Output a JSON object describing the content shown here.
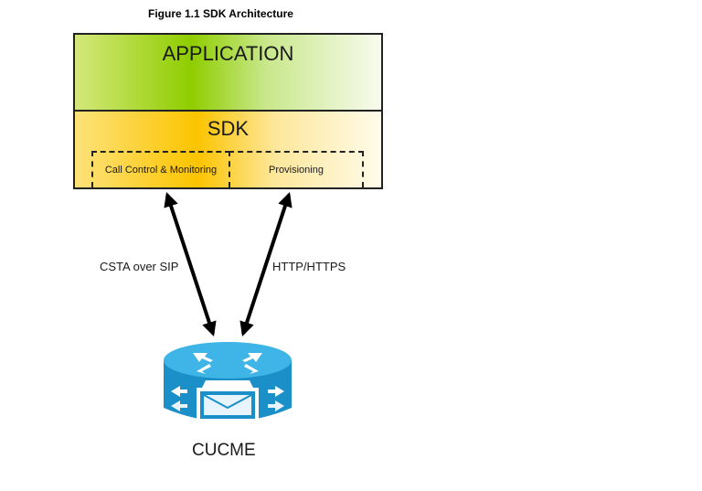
{
  "figure": {
    "title": "Figure 1.1 SDK Architecture"
  },
  "layers": {
    "application": "APPLICATION",
    "sdk": "SDK",
    "modules": [
      "Call Control & Monitoring",
      "Provisioning"
    ]
  },
  "connections": [
    {
      "label": "CSTA over SIP"
    },
    {
      "label": "HTTP/HTTPS"
    }
  ],
  "device": {
    "label": "CUCME",
    "icon": "cisco-router-icon"
  },
  "colors": {
    "application_fill": "#8fcd00",
    "sdk_fill": "#fcc400",
    "router_body": "#1a8fc8",
    "router_top": "#3fb4e6"
  }
}
